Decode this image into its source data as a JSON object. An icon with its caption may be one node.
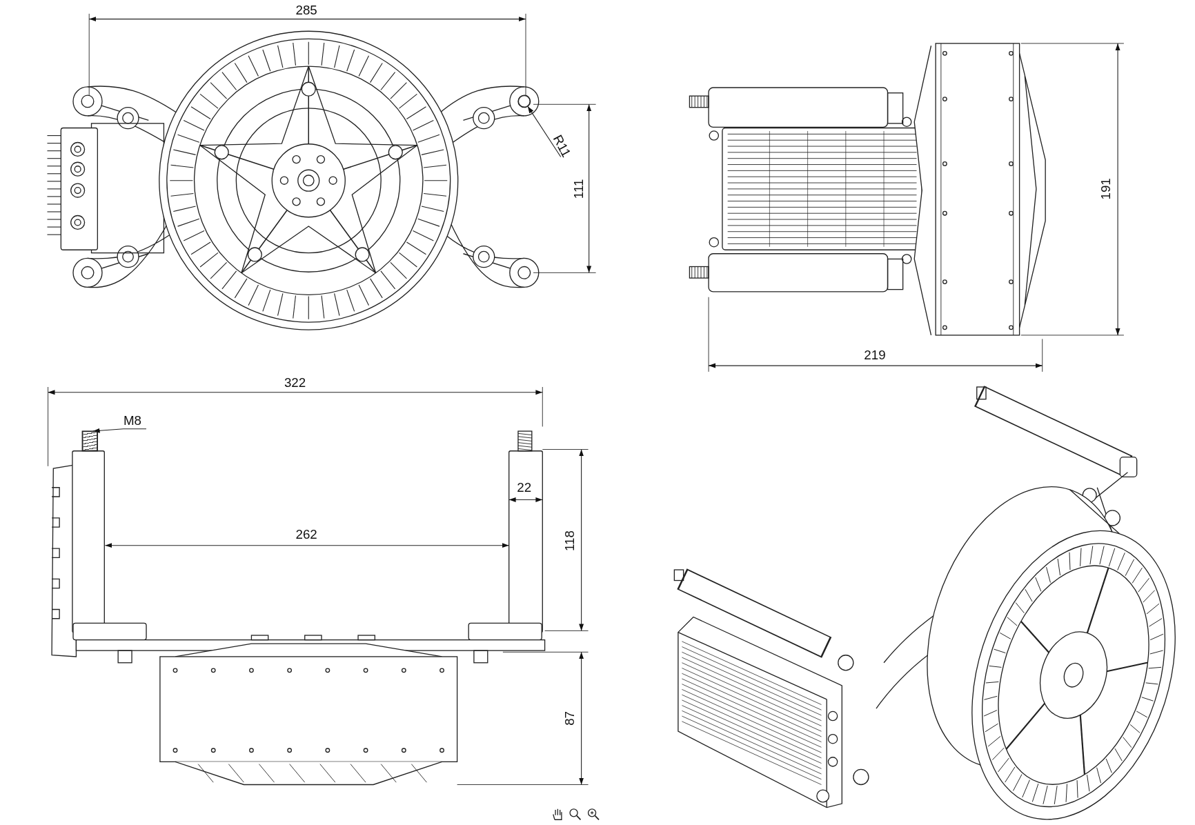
{
  "diagram": {
    "nodes": [
      {
        "text": [
          "M8"
        ]
      },
      {
        "text": [],
        "shape": "bar"
      },
      {
        "text": [
          "R11"
        ]
      },
      {
        "text": [],
        "shape": "circle"
      }
    ],
    "edges": [
      {
        "from": 0,
        "to": 1,
        "arrow": "to"
      },
      {
        "from": 2,
        "to": 3,
        "arrow": "to"
      }
    ],
    "labels": [
      "285",
      "111",
      "191",
      "219",
      "322",
      "22",
      "262",
      "118",
      "87"
    ]
  }
}
